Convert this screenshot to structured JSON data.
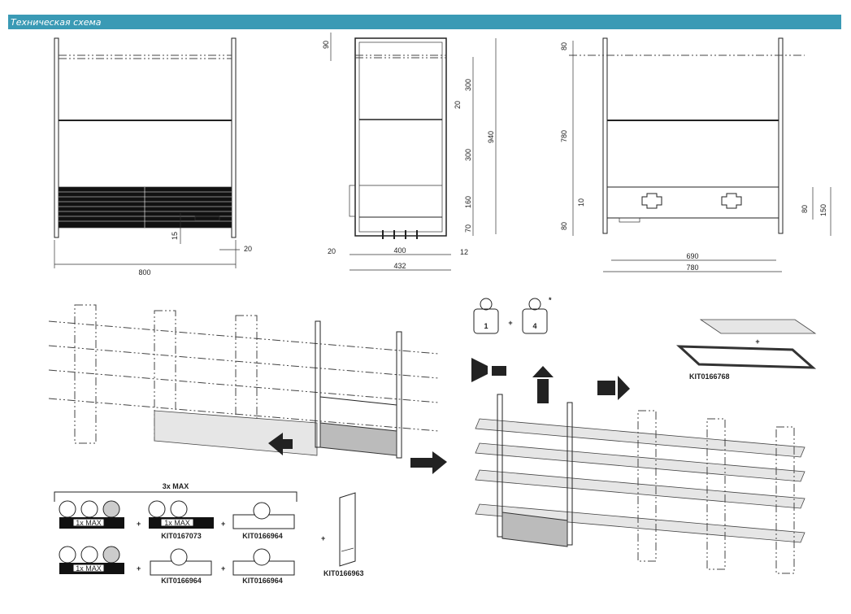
{
  "header": {
    "title": "Техническая схема"
  },
  "front_view": {
    "dims": [
      "800",
      "20",
      "15"
    ]
  },
  "side_view": {
    "dims": [
      "90",
      "300",
      "20",
      "300",
      "160",
      "70",
      "940",
      "20",
      "400",
      "12",
      "432"
    ]
  },
  "rear_view": {
    "dims": [
      "80",
      "780",
      "10",
      "80",
      "80",
      "150",
      "690",
      "780"
    ]
  },
  "manual_icons": {
    "book1": "1",
    "book2": "4",
    "plus": "+",
    "star": "*"
  },
  "kit_shelf": {
    "code": "KIT0166768",
    "plus": "+"
  },
  "config": {
    "limit": "3x MAX",
    "row1": {
      "base": "1x MAX",
      "item2_label": "1x MAX",
      "item2_code": "KIT0167073",
      "item3_code": "KIT0166964"
    },
    "row2": {
      "base": "1x MAX",
      "item2_code": "KIT0166964",
      "item3_code": "KIT0166964"
    },
    "panel_code": "KIT0166963",
    "plus": "+"
  }
}
